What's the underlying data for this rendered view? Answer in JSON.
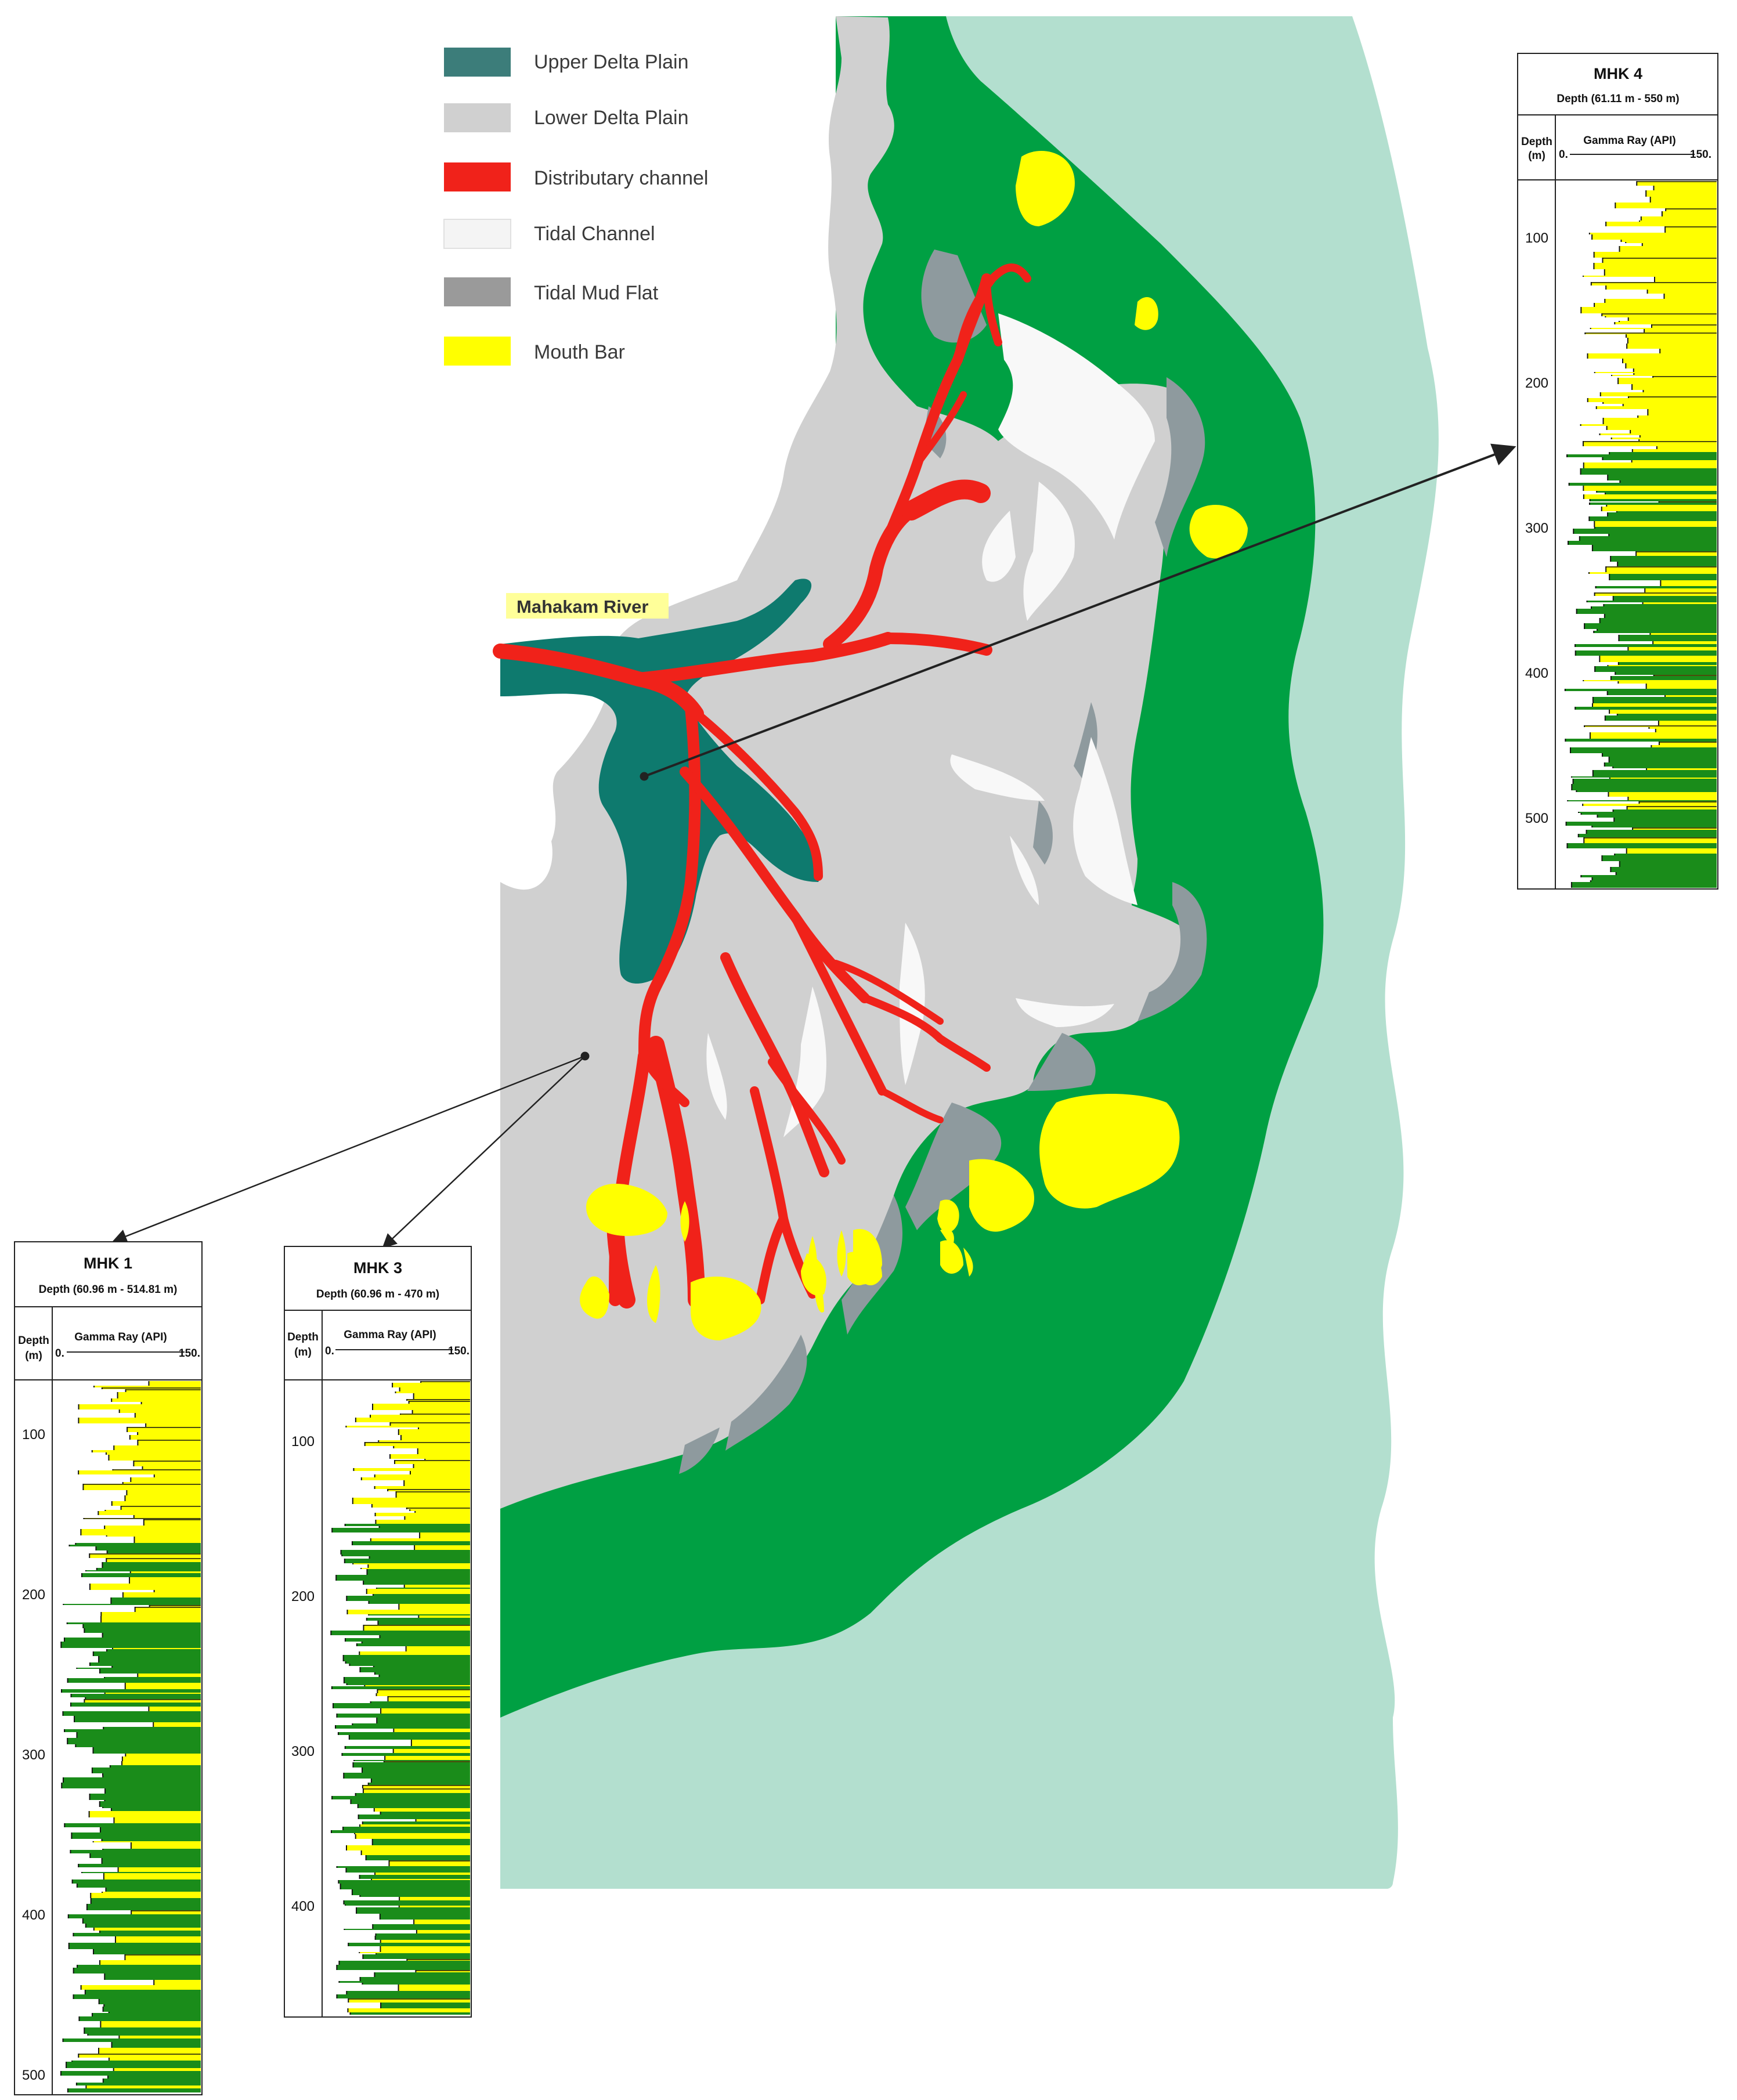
{
  "legend": {
    "items": [
      {
        "label": "Upper Delta Plain",
        "color": "#0e7a6e"
      },
      {
        "label": "Lower Delta Plain",
        "color": "#d0d0d0"
      },
      {
        "label": "Distributary channel",
        "color": "#f0221a"
      },
      {
        "label": "Tidal Channel",
        "color": "#f4f4f4"
      },
      {
        "label": "Tidal Mud Flat",
        "color": "#9aa3a6"
      },
      {
        "label": "Mouth Bar",
        "color": "#ffff00"
      }
    ]
  },
  "map": {
    "river_label": "Mahakam River",
    "colors": {
      "sea": "#b3dfcf",
      "prodelta_shelf": "#00a043",
      "upper_delta_plain": "#0e7a6e",
      "lower_delta_plain": "#d0d0d0",
      "distributary_channel": "#f0221a",
      "tidal_channel": "#f4f4f4",
      "tidal_mud_flat": "#8e9a9e",
      "mouth_bar": "#ffff00"
    }
  },
  "wells": [
    {
      "name": "MHK 1",
      "depth_range": "Depth (60.96 m - 514.81 m)",
      "depth_header": "Depth",
      "depth_unit": "(m)",
      "curve_header": "Gamma Ray (API)",
      "scale_min": "0.",
      "scale_max": "150.",
      "ticks": [
        "100",
        "200",
        "300",
        "400",
        "500"
      ],
      "depth_top": 60.96,
      "depth_bottom": 514.81
    },
    {
      "name": "MHK 3",
      "depth_range": "Depth (60.96 m - 470 m)",
      "depth_header": "Depth",
      "depth_unit": "(m)",
      "curve_header": "Gamma Ray (API)",
      "scale_min": "0.",
      "scale_max": "150.",
      "ticks": [
        "100",
        "200",
        "300",
        "400"
      ],
      "depth_top": 60.96,
      "depth_bottom": 470
    },
    {
      "name": "MHK 4",
      "depth_range": "Depth (61.11 m - 550 m)",
      "depth_header": "Depth",
      "depth_unit": "(m)",
      "curve_header": "Gamma Ray (API)",
      "scale_min": "0.",
      "scale_max": "150.",
      "ticks": [
        "100",
        "200",
        "300",
        "400",
        "500"
      ],
      "depth_top": 61.11,
      "depth_bottom": 550
    }
  ]
}
